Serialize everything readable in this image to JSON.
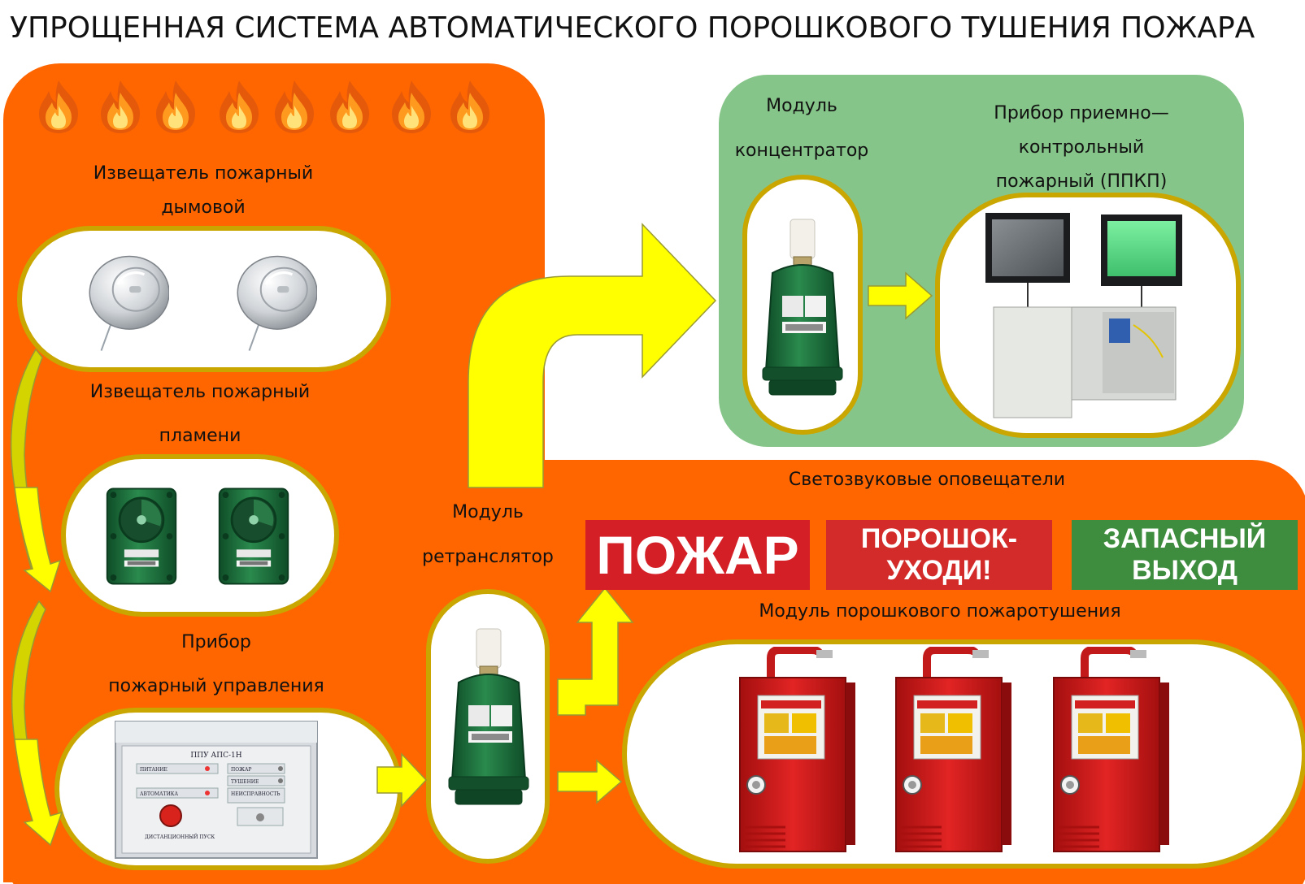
{
  "title": "УПРОЩЕННАЯ СИСТЕМА АВТОМАТИЧЕСКОГО ПОРОШКОВОГО ТУШЕНИЯ ПОЖАРА",
  "labels": {
    "smoke_detector": [
      "Извещатель  пожарный",
      "дымовой"
    ],
    "flame_detector": [
      "Извещатель пожарный",
      "пламени"
    ],
    "control_device": [
      "Прибор",
      "пожарный управления"
    ],
    "relay_module": [
      "Модуль",
      "ретранслятор"
    ],
    "concentrator_module": [
      "Модуль",
      "концентратор"
    ],
    "ppkp": [
      "Прибор приемно—",
      "контрольный",
      "пожарный (ППКП)"
    ],
    "alarms_heading": "Светозвуковые оповещатели",
    "powder_module": "Модуль порошкового пожаротушения"
  },
  "signs": [
    {
      "text": "ПОЖАР",
      "color": "#d41f26"
    },
    {
      "text": "ПОРОШОК-\nУХОДИ!",
      "color": "#d32a2a"
    },
    {
      "text": "ЗАПАСНЫЙ\nВЫХОД",
      "color": "#3e8d3e"
    }
  ],
  "panel_labels": {
    "header": "ППУ АПС-1Н",
    "power": "ПИТАНИЕ",
    "fire": "ПОЖАР",
    "extinguish": "ТУШЕНИЕ",
    "automatic": "АВТОМАТИКА",
    "fault": "НЕИСПРАВНОСТЬ",
    "remote": "ДИСТАНЦИОННЫЙ ПУСК"
  },
  "colors": {
    "orange_area": "#ff6600",
    "green_area": "#86c589",
    "arrow": "#ffff00",
    "capsule_border": "#c9a600",
    "module_green": "#1e6b3a",
    "extinguisher_red": "#d81c1c"
  },
  "icons": [
    "flame-icon",
    "smoke-detector-icon",
    "flame-detector-icon",
    "control-panel-icon",
    "relay-module-icon",
    "concentrator-module-icon",
    "ppkp-device-icon",
    "powder-extinguisher-icon",
    "arrow-icon"
  ]
}
